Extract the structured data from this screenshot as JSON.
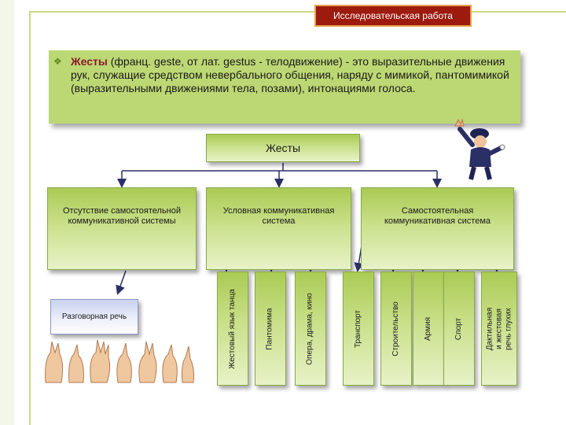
{
  "header": {
    "title": "Исследовательская работа"
  },
  "definition": {
    "term": "Жесты",
    "text": " (франц. geste, от лат. gestus - телодвижение) - это выразительные движения рук, служащие средством невербального общения, наряду с мимикой, пантомимикой (выразительными движениями тела, позами), интонациями голоса."
  },
  "diagram": {
    "root": "Жесты",
    "categories": [
      "Отсутствие самостоятельной коммуникативной системы",
      "Условная коммуникативная система",
      "Самостоятельная коммуникативная система"
    ],
    "speech": "Разговорная речь",
    "leaves": [
      "Жестовый язык танца",
      "Пантомима",
      "Опера, драма, кино",
      "Транспорт",
      "Строительство",
      "Армия",
      "Спорт",
      "Дактильная и жестовая речь глухих"
    ]
  }
}
